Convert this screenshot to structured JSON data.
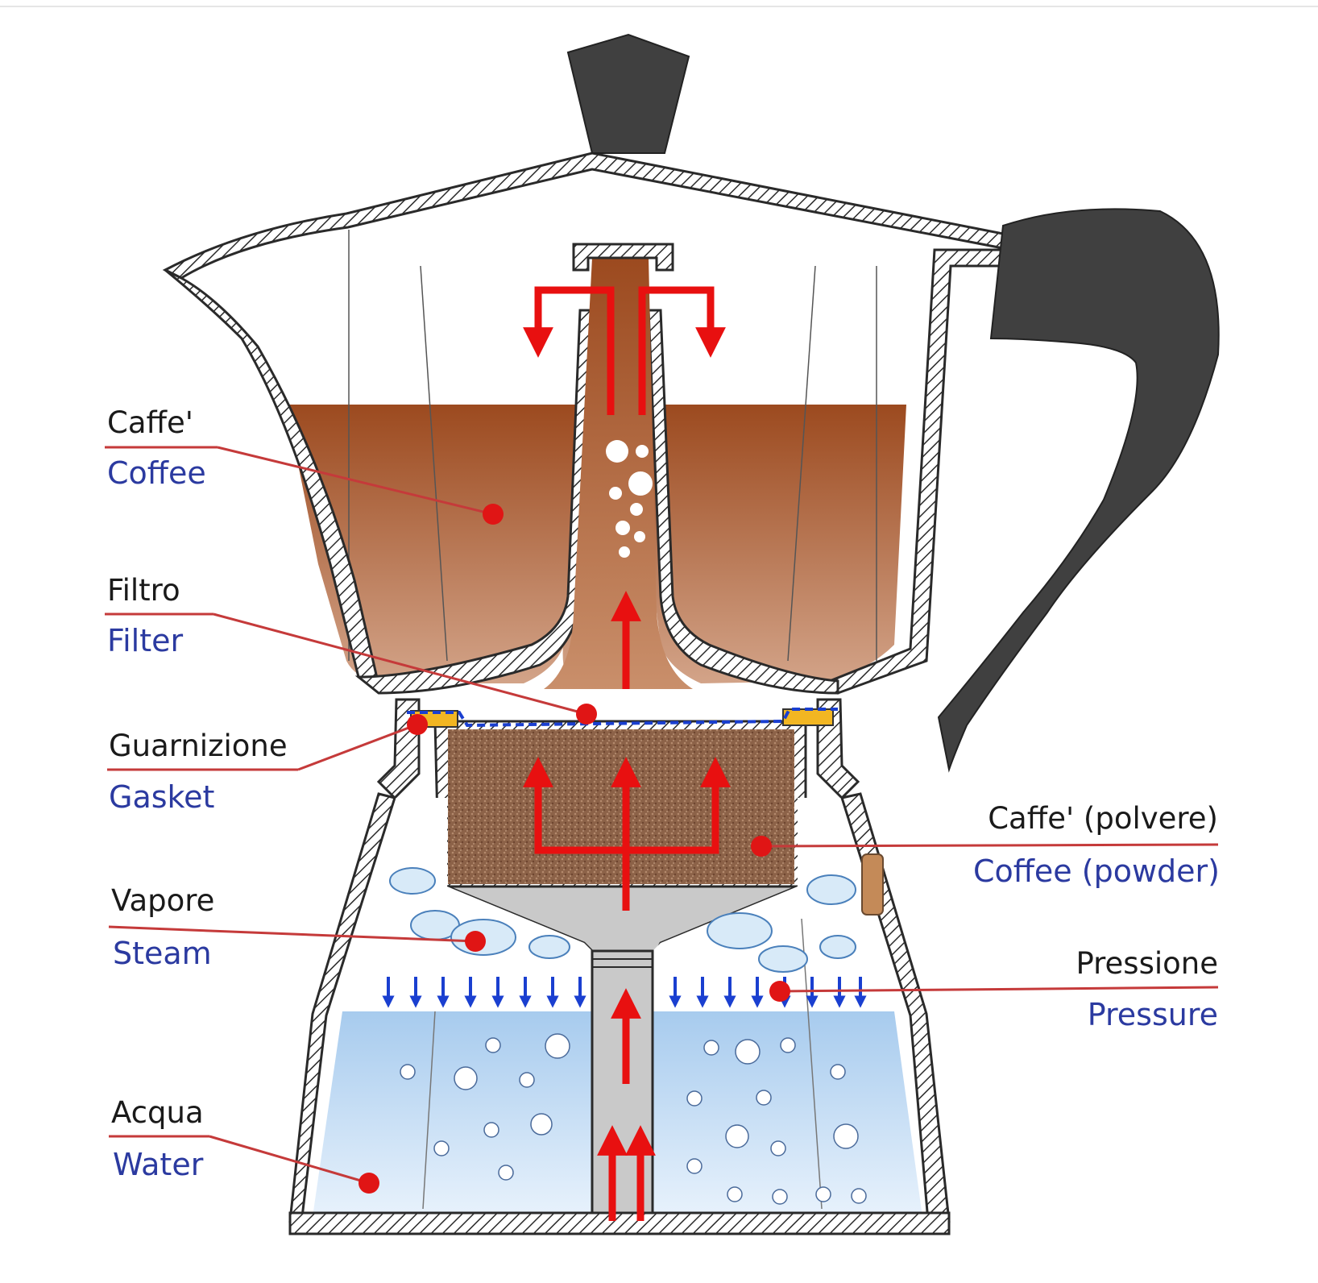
{
  "colors": {
    "label_english": "#2b3aa0",
    "leader_line": "#c53a3a",
    "dot": "#e01515",
    "arrow": "#e81010",
    "pressure_arrow": "#1a3fd0",
    "coffee_top": "#9c4a1f",
    "coffee_bottom": "#c9906c",
    "water": "#b8d6f2",
    "body_outline": "#2a2a2a",
    "knob_handle": "#404040",
    "gasket": "#f2b622",
    "steam": "#d8eaf8"
  },
  "labels": {
    "coffee": {
      "italian": "Caffe'",
      "english": "Coffee"
    },
    "filter": {
      "italian": "Filtro",
      "english": "Filter"
    },
    "gasket": {
      "italian": "Guarnizione",
      "english": "Gasket"
    },
    "steam": {
      "italian": "Vapore",
      "english": "Steam"
    },
    "water": {
      "italian": "Acqua",
      "english": "Water"
    },
    "powder": {
      "italian": "Caffe' (polvere)",
      "english": "Coffee (powder)"
    },
    "pressure": {
      "italian": "Pressione",
      "english": "Pressure"
    }
  },
  "icons": {
    "knob": "knob-icon",
    "handle": "handle-icon",
    "arrows": "arrow-icon",
    "bubbles": "bubble-icon",
    "steam": "steam-cloud-icon"
  }
}
